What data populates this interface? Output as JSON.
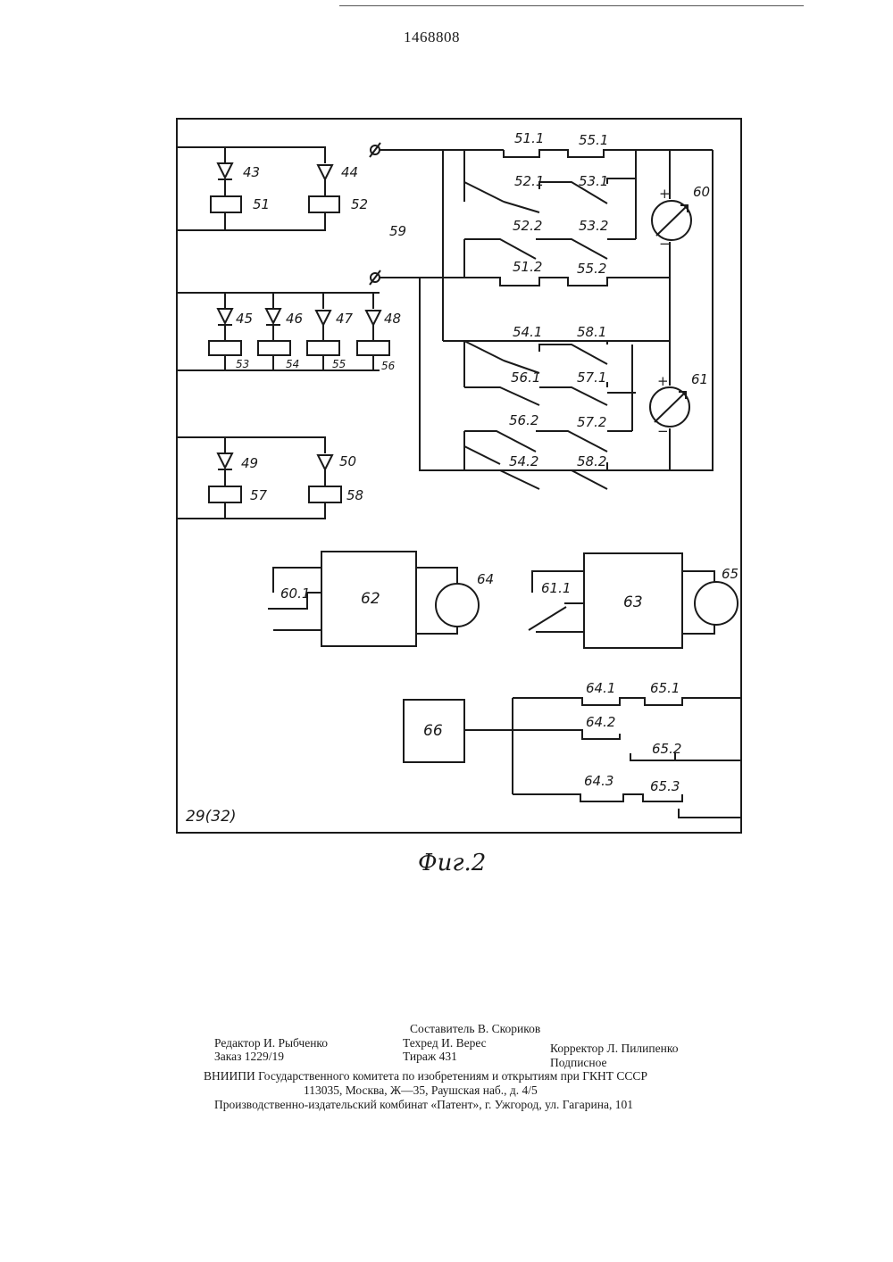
{
  "header": {
    "patent_number": "1468808"
  },
  "figure": {
    "caption": "Фиг.2",
    "block_label": "29(32)",
    "labels": {
      "d43": "43",
      "d44": "44",
      "r51": "51",
      "r52": "52",
      "n59": "59",
      "d45": "45",
      "d46": "46",
      "d47": "47",
      "d48": "48",
      "r53": "53",
      "r54": "54",
      "r55": "55",
      "r56": "56",
      "d49": "49",
      "d50": "50",
      "r57": "57",
      "r58": "58",
      "c51_1": "51.1",
      "c55_1": "55.1",
      "c52_1": "52.1",
      "c53_1": "53.1",
      "c52_2": "52.2",
      "c53_2": "53.2",
      "c51_2": "51.2",
      "c55_2": "55.2",
      "c54_1": "54.1",
      "c58_1": "58.1",
      "c56_1": "56.1",
      "c57_1": "57.1",
      "c56_2": "56.2",
      "c57_2": "57.2",
      "c54_2": "54.2",
      "c58_2": "58.2",
      "m60": "60",
      "m61": "61",
      "c60_1": "60.1",
      "b62": "62",
      "l64": "64",
      "c61_1": "61.1",
      "b63": "63",
      "l65": "65",
      "b66": "66",
      "c64_1": "64.1",
      "c65_1": "65.1",
      "c64_2": "64.2",
      "c65_2": "65.2",
      "c64_3": "64.3",
      "c65_3": "65.3"
    },
    "symbols": {
      "plus": "+",
      "minus": "−",
      "terminal": "ø"
    }
  },
  "colophon": {
    "compiler": "Составитель В. Скориков",
    "editor": "Редактор И. Рыбченко",
    "techred": "Техред И. Верес",
    "corrector": "Корректор Л. Пилипенко",
    "order": "Заказ 1229/19",
    "circulation": "Тираж 431",
    "subscription": "Подписное",
    "org_line": "ВНИИПИ Государственного комитета по изобретениям и открытиям при ГКНТ СССР",
    "address_line": "113035, Москва, Ж—35, Раушская наб., д. 4/5",
    "printer_line": "Производственно-издательский комбинат «Патент», г. Ужгород, ул. Гагарина, 101"
  }
}
